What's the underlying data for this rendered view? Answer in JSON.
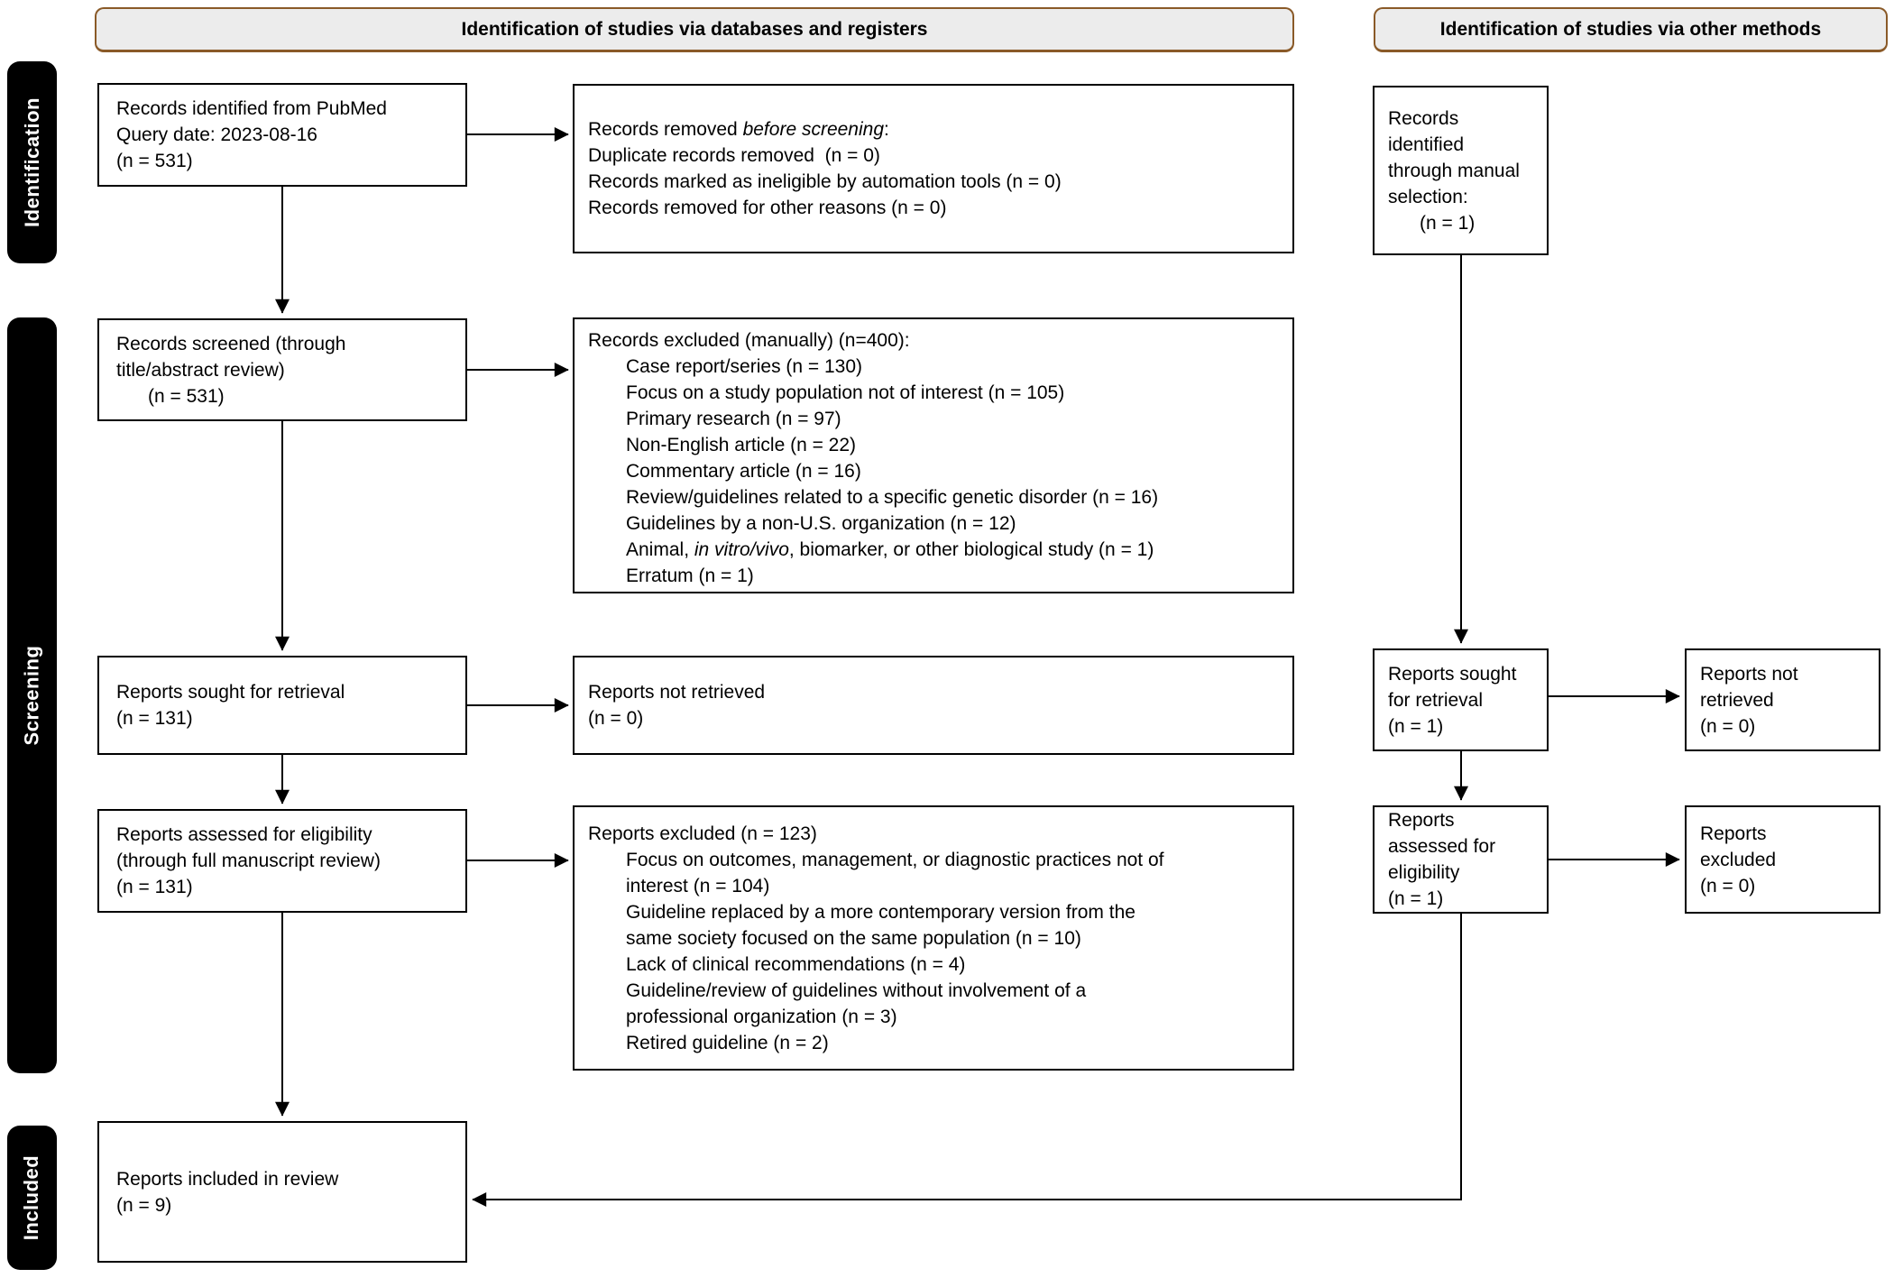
{
  "headers": {
    "databases": "Identification of studies via databases and registers",
    "other": "Identification of studies via other methods"
  },
  "sidebar": {
    "identification": "Identification",
    "screening": "Screening",
    "included": "Included"
  },
  "boxes": {
    "records_identified": {
      "lines": [
        "Records identified from PubMed",
        "Query date: 2023-08-16",
        "(n = 531)"
      ]
    },
    "records_removed": {
      "title_prefix": "Records removed ",
      "title_italic": "before screening",
      "title_suffix": ":",
      "lines": [
        "Duplicate records removed  (n = 0)",
        "Records marked as ineligible by automation tools (n = 0)",
        "Records removed for other reasons (n = 0)"
      ]
    },
    "manual_selection": {
      "lines": [
        "Records",
        "identified",
        "through manual",
        "selection:"
      ],
      "count": "(n = 1)"
    },
    "records_screened": {
      "lines": [
        "Records screened (through",
        "title/abstract review)"
      ],
      "count": "(n = 531)"
    },
    "records_excluded": {
      "title": "Records excluded (manually) (n=400):",
      "items": [
        "Case report/series (n = 130)",
        "Focus on a study population not of interest (n = 105)",
        "Primary research (n = 97)",
        "Non-English article (n = 22)",
        "Commentary article (n = 16)",
        "Review/guidelines related to a specific genetic disorder (n = 16)",
        "Guidelines by a non-U.S. organization (n = 12)"
      ],
      "animal_prefix": "Animal, ",
      "animal_italic": "in vitro/vivo",
      "animal_suffix": ", biomarker, or other biological study (n = 1)",
      "erratum": "Erratum (n = 1)"
    },
    "reports_sought": {
      "lines": [
        "Reports sought for retrieval",
        "(n = 131)"
      ]
    },
    "reports_not_retrieved": {
      "lines": [
        "Reports not retrieved",
        "(n = 0)"
      ]
    },
    "reports_assessed": {
      "lines": [
        "Reports assessed for eligibility",
        "(through full manuscript review)",
        "(n = 131)"
      ]
    },
    "reports_excluded_full": {
      "title": "Reports excluded (n = 123)",
      "item_lines": [
        "Focus on outcomes, management, or diagnostic practices not of",
        "interest (n = 104)",
        "Guideline replaced by a more contemporary version from the",
        "same society focused on the same population (n = 10)",
        "Lack of clinical recommendations (n = 4)",
        "Guideline/review of guidelines without involvement of a",
        "professional organization (n = 3)",
        "Retired guideline (n = 2)"
      ]
    },
    "reports_included": {
      "lines": [
        "Reports included in review",
        "(n = 9)"
      ]
    },
    "reports_sought_other": {
      "lines": [
        "Reports sought",
        "for retrieval",
        "(n = 1)"
      ]
    },
    "reports_not_retrieved_other": {
      "lines": [
        "Reports not",
        "retrieved",
        "(n = 0)"
      ]
    },
    "reports_assessed_other": {
      "lines": [
        "Reports",
        "assessed for",
        "eligibility",
        "(n = 1)"
      ]
    },
    "reports_excluded_other": {
      "lines": [
        "Reports",
        "excluded",
        "(n = 0)"
      ]
    }
  },
  "colors": {
    "header_fill": "#ececec",
    "header_border": "#8a5a28",
    "box_border": "#000000",
    "sidebar_fill": "#000000",
    "sidebar_text": "#ffffff"
  }
}
